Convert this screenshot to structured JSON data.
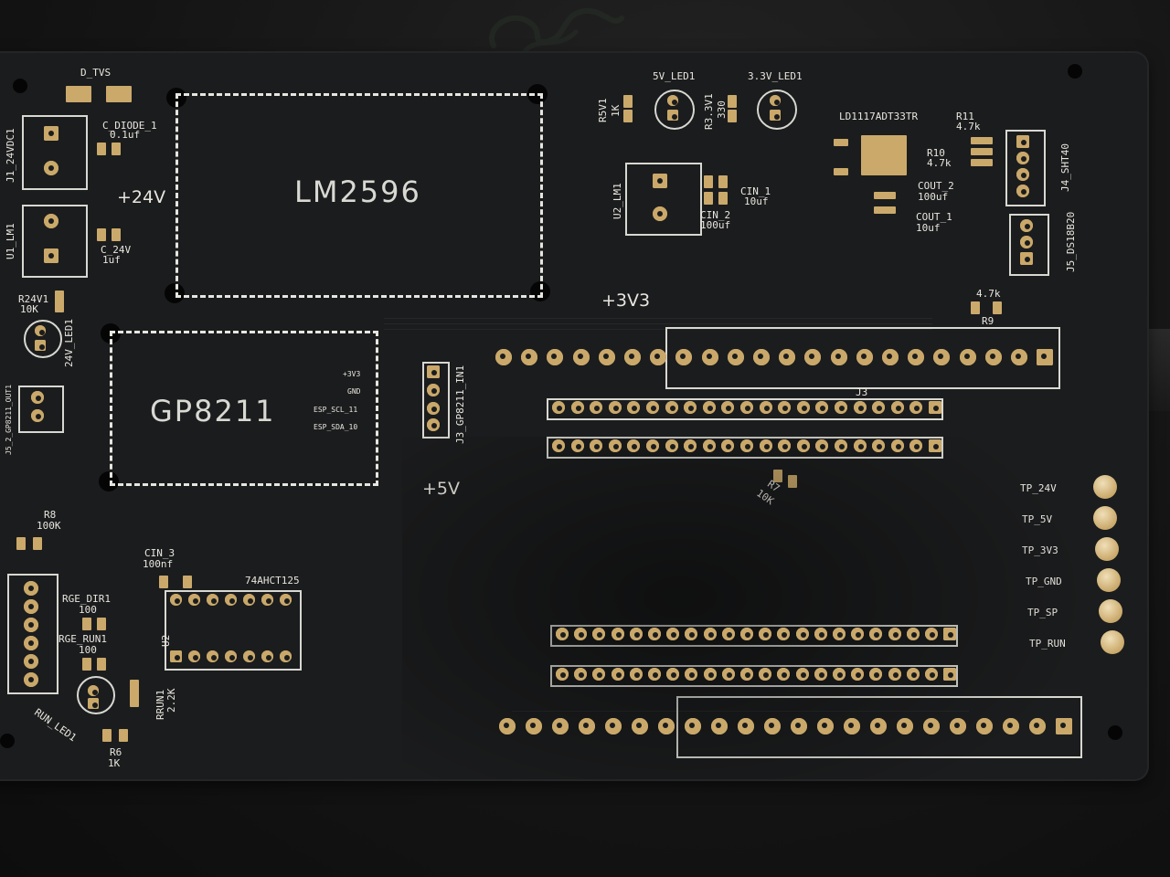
{
  "board": {
    "colors": {
      "pcb": "#1b1c1d",
      "silk": "#e8e6df",
      "copper": "#c9a86a",
      "mat": "#151515"
    },
    "modules": {
      "lm2596": "LM2596",
      "gp8211": "GP8211",
      "gp8211_pins": [
        "+3V3",
        "GND",
        "ESP_SCL_11",
        "ESP_SDA_10"
      ]
    },
    "rails": {
      "v24": "+24V",
      "v3v3": "+3V3",
      "v5": "+5V"
    },
    "left": {
      "d_tvs": "D_TVS",
      "c_diode_1": "C_DIODE_1",
      "c_diode_1_val": "0.1uf",
      "j1": "J1_24VDC1",
      "u1": "U1_LM1",
      "c_24v": "C_24V",
      "c_24v_val": "1uf",
      "r24v1": "R24V1",
      "r24v1_val": "10K",
      "led_24v": "24V_LED1",
      "gp_out": "J5_2_GP8211_OUT1",
      "r8": "R8",
      "r8_val": "100K",
      "cin_3": "CIN_3",
      "cin_3_val": "100nf",
      "ic_74": "74AHCT125",
      "u2": "U2",
      "rge_dir1": "RGE_DIR1",
      "rge_dir1_val": "100",
      "rge_run1": "RGE_RUN1",
      "rge_run1_val": "100",
      "rrun1": "RRUN1",
      "rrun1_val": "2.2K",
      "run_led": "RUN_LED1",
      "r6": "R6",
      "r6_val": "1K"
    },
    "top": {
      "r5v1": "R5V1",
      "r5v1_val": "1K",
      "led_5v": "5V_LED1",
      "r3v3": "R3.3V1",
      "r3v3_val": "330",
      "led_3v3": "3.3V_LED1",
      "ld1117": "LD1117ADT33TR",
      "r11": "R11",
      "r11_val": "4.7k",
      "r10": "R10",
      "r10_val": "4.7k",
      "cout_2": "COUT_2",
      "cout_2_val": "100uf",
      "cout_1": "COUT_1",
      "cout_1_val": "10uf",
      "cin_1": "CIN_1",
      "cin_1_val": "10uf",
      "cin_2": "CIN_2",
      "cin_2_val": "100uf",
      "u2_lm1": "U2_LM1",
      "j4": "J4_SHT40",
      "j5": "J5_DS18B20",
      "j3_gp": "J3_GP8211_IN1",
      "r9": "R9",
      "r9_val": "4.7k",
      "j3": "J3",
      "r7": "R7",
      "r7_val": "10K"
    },
    "testpoints": [
      "TP_24V",
      "TP_5V",
      "TP_3V3",
      "TP_GND",
      "TP_SP",
      "TP_RUN"
    ]
  }
}
